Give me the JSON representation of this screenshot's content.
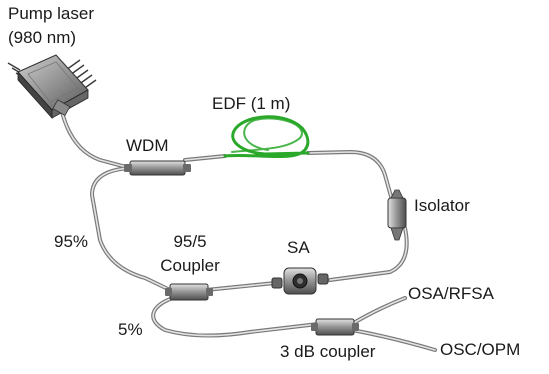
{
  "labels": {
    "pump_laser_line1": "Pump laser",
    "pump_laser_line2": "(980 nm)",
    "wdm": "WDM",
    "edf": "EDF (1 m)",
    "isolator": "Isolator",
    "ratio_95": "95%",
    "coupler_95_5_line1": "95/5",
    "coupler_95_5_line2": "Coupler",
    "sa": "SA",
    "ratio_5": "5%",
    "osa_rfsa": "OSA/RFSA",
    "coupler_3db": "3 dB coupler",
    "osc_opm": "OSC/OPM"
  },
  "colors": {
    "fiber": "#9a9a9a",
    "edf_fiber": "#2aa82a",
    "component_body": "#8c8c8c",
    "text": "#1a1a1a"
  }
}
